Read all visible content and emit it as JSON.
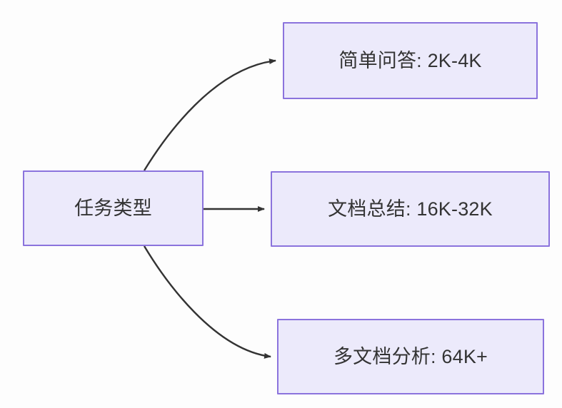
{
  "diagram": {
    "type": "flowchart",
    "direction": "left-to-right",
    "background_color": "#fdfdfd",
    "node_fill_color": "#eceafb",
    "node_border_color": "#8b73dd",
    "node_text_color": "#333333",
    "edge_color": "#333333",
    "root": {
      "id": "root",
      "label": "任务类型"
    },
    "children": [
      {
        "id": "simple-qa",
        "label": "简单问答: 2K-4K",
        "edge_style": "curved"
      },
      {
        "id": "doc-summary",
        "label": "文档总结: 16K-32K",
        "edge_style": "straight"
      },
      {
        "id": "multi-doc",
        "label": "多文档分析: 64K+",
        "edge_style": "curved"
      }
    ]
  }
}
